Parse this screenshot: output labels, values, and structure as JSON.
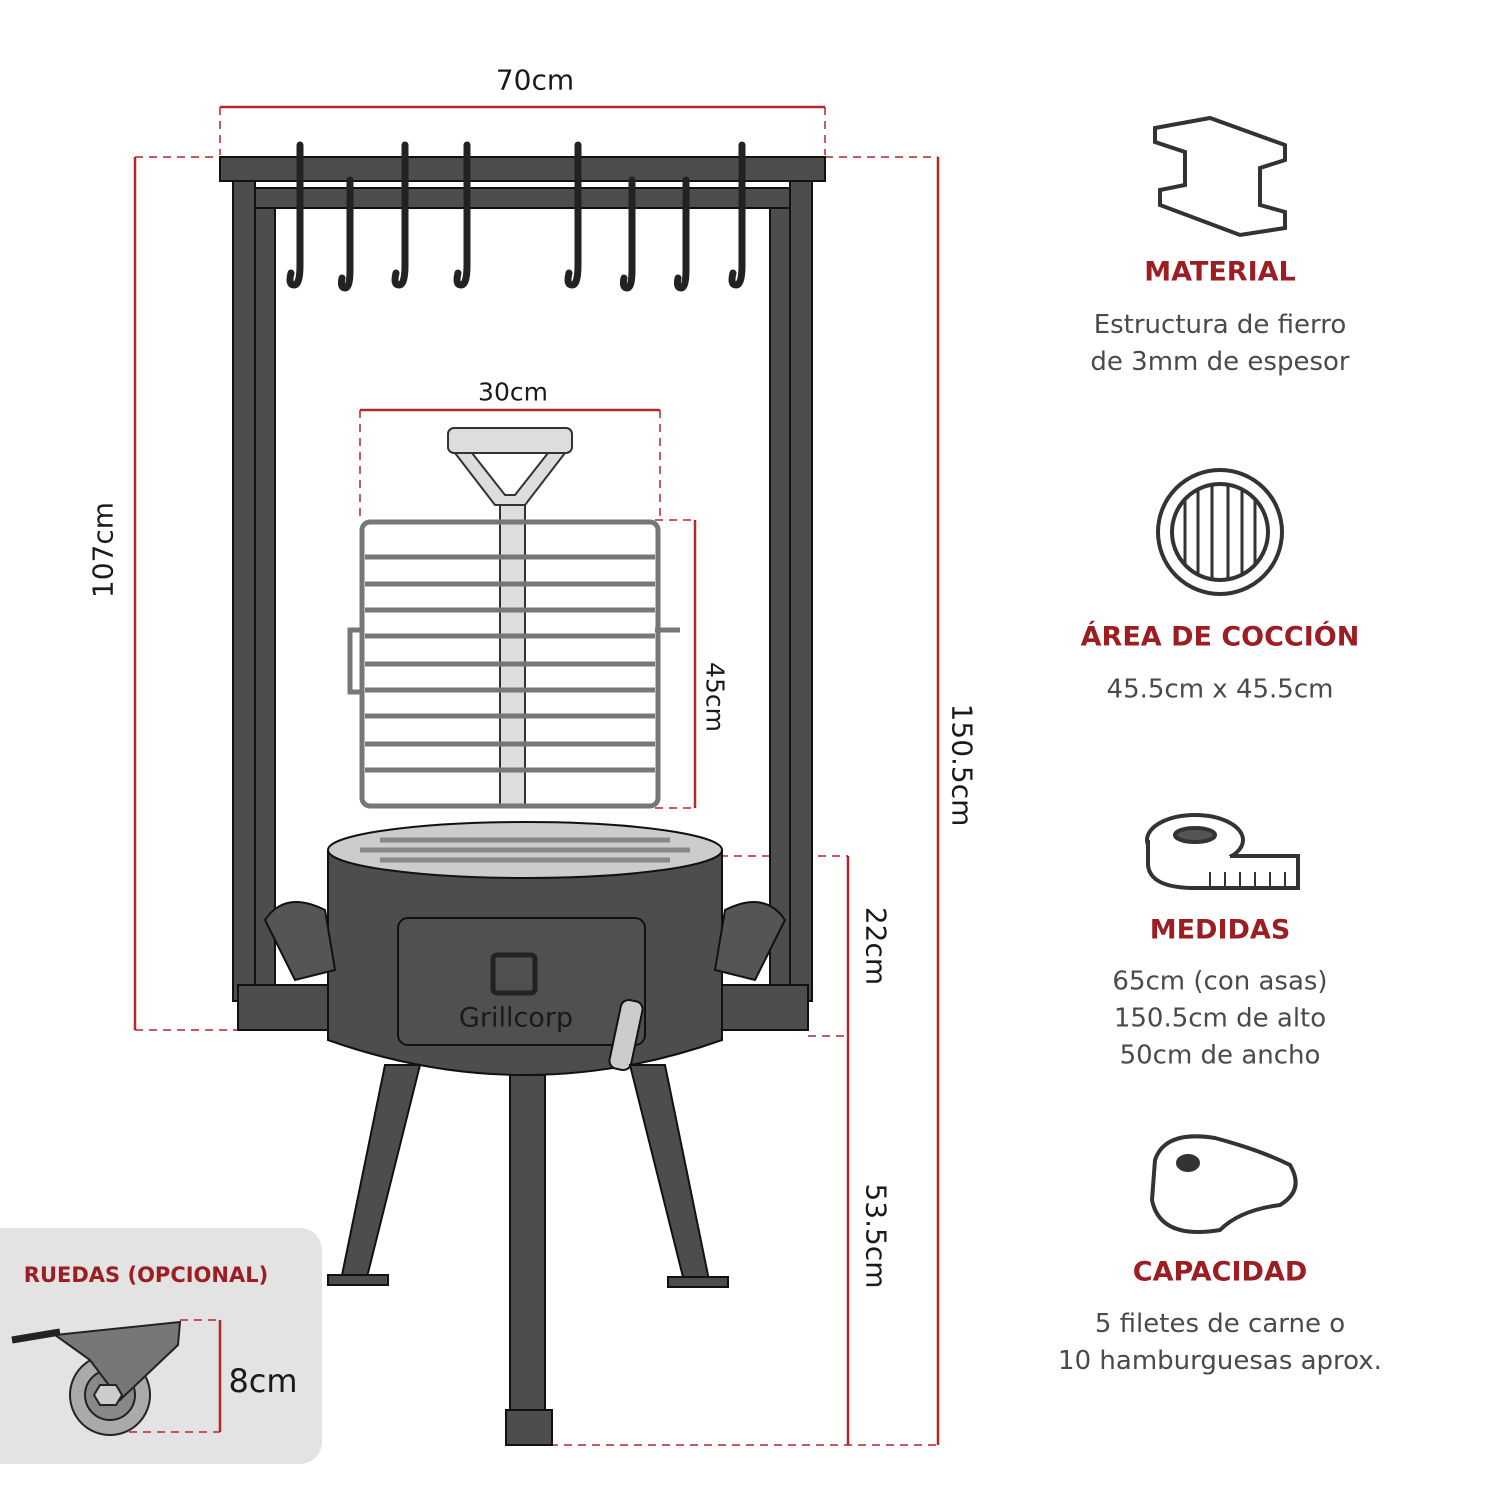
{
  "dimensions": {
    "width_top": "70cm",
    "frame_height": "107cm",
    "total_height": "150.5cm",
    "basket_width": "30cm",
    "basket_height": "45cm",
    "bowl_height": "22cm",
    "leg_height": "53.5cm"
  },
  "brand": "Grillcorp",
  "wheels": {
    "title": "RUEDAS (OPCIONAL)",
    "size": "8cm"
  },
  "specs": [
    {
      "icon": "i-beam-icon",
      "title": "MATERIAL",
      "lines": [
        "Estructura de fierro",
        "de 3mm de espesor"
      ]
    },
    {
      "icon": "grill-grate-icon",
      "title": "ÁREA DE COCCIÓN",
      "lines": [
        "45.5cm x 45.5cm"
      ]
    },
    {
      "icon": "measuring-tape-icon",
      "title": "MEDIDAS",
      "lines": [
        "65cm (con asas)",
        "150.5cm de alto",
        "50cm de ancho"
      ]
    },
    {
      "icon": "steak-icon",
      "title": "CAPACIDAD",
      "lines": [
        "5 filetes de carne o",
        "10 hamburguesas aprox."
      ]
    }
  ],
  "colors": {
    "accent": "#9c1d22",
    "text": "#4a4a4a",
    "metal": "#4d4d4d"
  }
}
